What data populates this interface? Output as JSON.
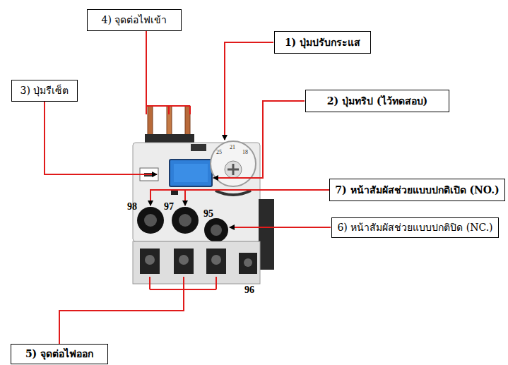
{
  "diagram": {
    "nodes": [
      {
        "text": [
          "4) จุดต่อไฟเข้า"
        ]
      },
      {
        "text": [
          "1) ปุ่มปรับกระแส"
        ]
      },
      {
        "text": [
          "3) ปุ่มรีเซ็ต"
        ]
      },
      {
        "text": [
          "2) ปุ่มทริป (ไว้ทดสอบ)"
        ]
      },
      {
        "text": [
          "7) หน้าสัมผัสช่วยแบบปกติเปิด (NO.)"
        ]
      },
      {
        "text": [
          "6) หน้าสัมผัสช่วยแบบปกติปิด (NC.)"
        ]
      },
      {
        "text": [
          "5) จุดต่อไฟออก"
        ]
      }
    ],
    "labels": [
      "98",
      "97",
      "95",
      "96",
      "25",
      "21",
      "18"
    ]
  }
}
